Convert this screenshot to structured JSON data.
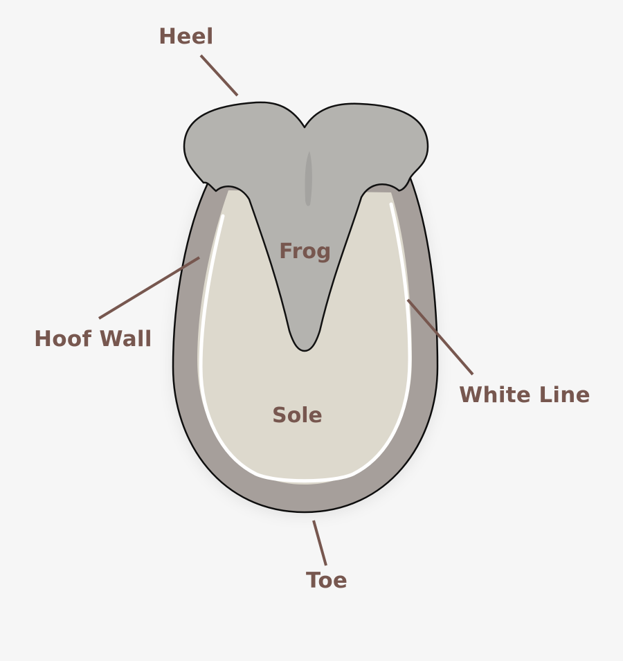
{
  "diagram": {
    "labels": {
      "heel": "Heel",
      "hoof_wall": "Hoof Wall",
      "frog": "Frog",
      "sole": "Sole",
      "white_line": "White Line",
      "toe": "Toe"
    },
    "colors": {
      "background": "#f6f6f6",
      "hoof_wall": "#a69f9b",
      "frog": "#b4b3af",
      "sole": "#ddd9cd",
      "white_line": "#ffffff",
      "outline": "#111111",
      "label_text": "#77574f",
      "leader_line": "#77574f"
    }
  }
}
